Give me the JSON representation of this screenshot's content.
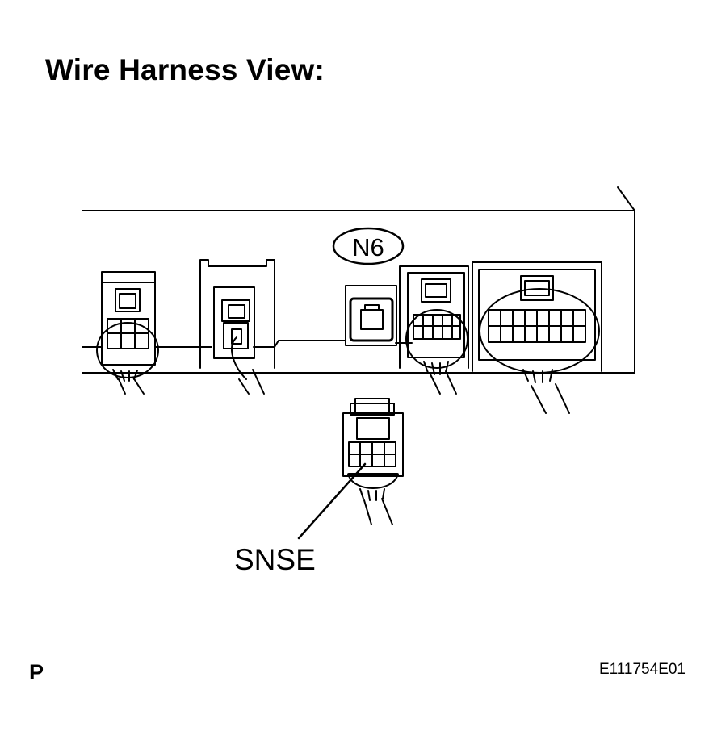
{
  "title": "Wire Harness View:",
  "connector_id": "N6",
  "callout_label": "SNSE",
  "page_letter": "P",
  "figure_id": "E111754E01"
}
